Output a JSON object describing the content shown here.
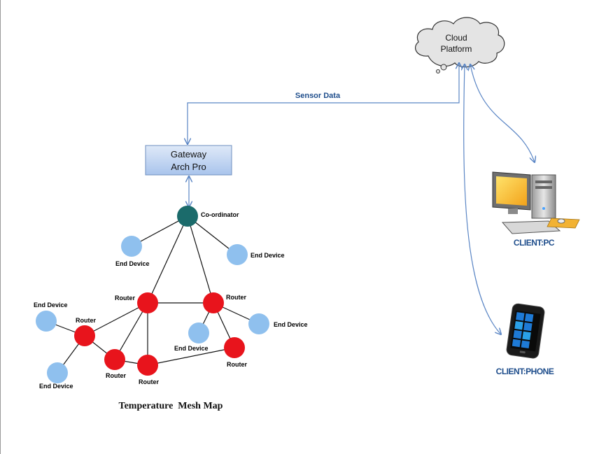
{
  "cloud": {
    "line1": "Cloud",
    "line2": "Platform"
  },
  "gateway": {
    "line1": "Gateway",
    "line2": "Arch Pro"
  },
  "sensor_label": "Sensor Data",
  "mesh": {
    "coordinator": "Co-ordinator",
    "router": "Router",
    "end_device": "End Device",
    "caption": "Temperature  Mesh Map"
  },
  "clients": {
    "pc": "CLIENT:PC",
    "phone": "CLIENT:PHONE"
  },
  "colors": {
    "coordinator": "#1b6b6b",
    "router": "#e8141c",
    "end_device": "#8fc0ee",
    "arrow": "#5b86c5",
    "gateway_fill": "#bcd2f1",
    "label_blue": "#1f4e8c"
  }
}
